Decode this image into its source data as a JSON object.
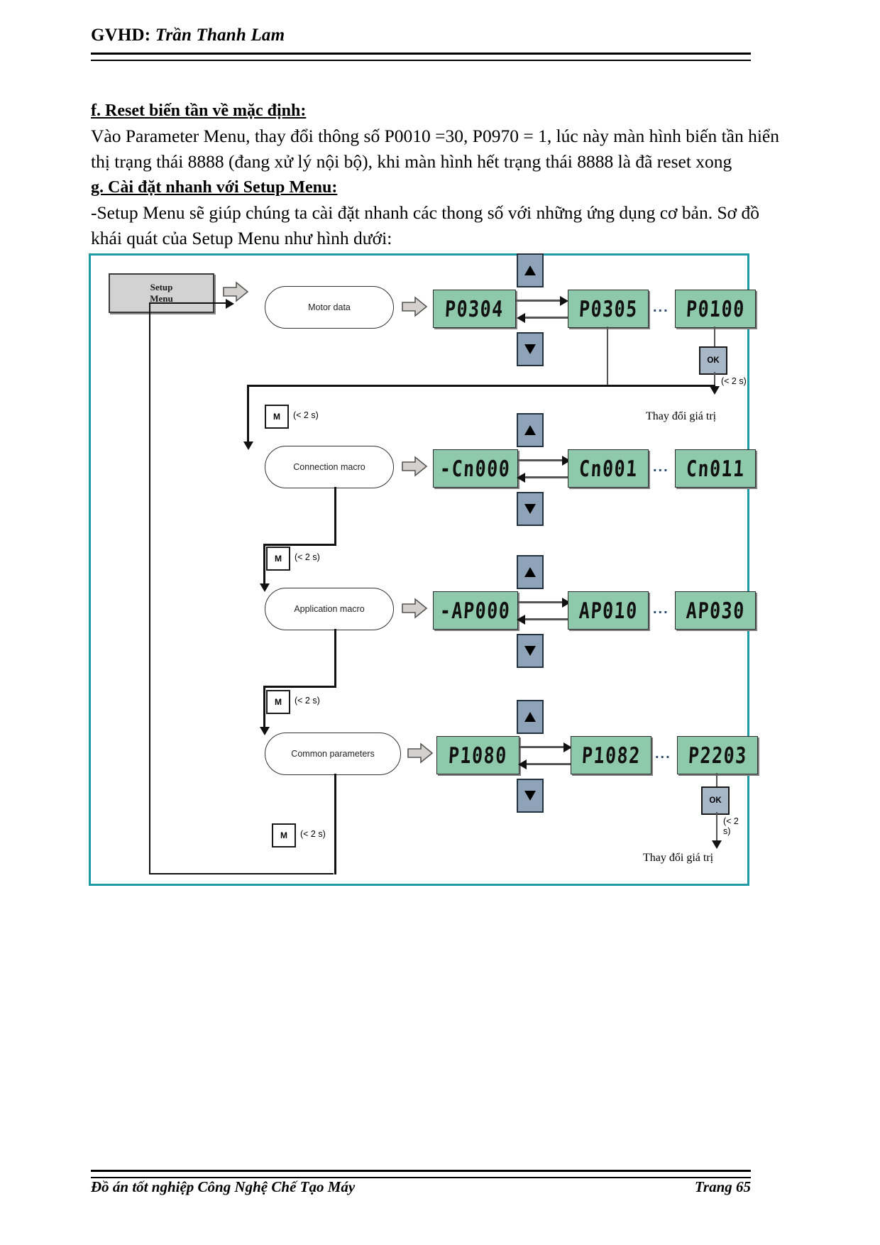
{
  "header": {
    "label": "GVHD:",
    "name": "Trần Thanh Lam"
  },
  "body": {
    "heading_f": "f. Reset biến tần về mặc định:",
    "para_f_line1": "Vào Parameter Menu, thay đổi thông số P0010 =30, P0970 = 1, lúc này màn hình biến tần hiển",
    "para_f_line2": "thị trạng thái 8888 (đang xử lý nội bộ), khi màn hình hết trạng thái 8888 là đã reset xong",
    "heading_g": "g. Cài đặt nhanh với Setup Menu:",
    "para_g_line1": "-Setup Menu sẽ giúp chúng ta cài đặt nhanh các thong số với những ứng dụng cơ bản. Sơ đồ",
    "para_g_line2": "khái quát của Setup Menu như hình dưới:"
  },
  "diagram": {
    "setup_menu": {
      "line1": "Setup",
      "line2": "Menu"
    },
    "rows": [
      {
        "stage": "Motor data",
        "displays": [
          "P0304",
          "P0305",
          "P0100"
        ],
        "ellipsis": "...",
        "up_key": "up-arrow",
        "down_key": "down-arrow",
        "ok_button": "OK",
        "ok_note": "(< 2 s)",
        "ok_label": "Thay đổi giá trị"
      },
      {
        "stage": "Connection macro",
        "displays": [
          "-Cn000",
          "Cn001",
          "Cn011"
        ],
        "ellipsis": "...",
        "up_key": "up-arrow",
        "down_key": "down-arrow",
        "m_button": "M",
        "m_note": "(< 2 s)"
      },
      {
        "stage": "Application macro",
        "displays": [
          "-AP000",
          "AP010",
          "AP030"
        ],
        "ellipsis": "...",
        "up_key": "up-arrow",
        "down_key": "down-arrow",
        "m_button": "M",
        "m_note": "(< 2 s)"
      },
      {
        "stage": "Common parameters",
        "displays": [
          "P1080",
          "P1082",
          "P2203"
        ],
        "ellipsis": "...",
        "up_key": "up-arrow",
        "down_key": "down-arrow",
        "m_button": "M",
        "m_note": "(< 2 s)",
        "ok_button": "OK",
        "ok_note": "(< 2 s)",
        "ok_label": "Thay đổi giá trị"
      }
    ],
    "bottom_m_button": "M",
    "bottom_m_note": "(< 2 s)",
    "colors": {
      "frame": "#1f9ba6",
      "lcd": "#8fc9ac",
      "key": "#8ea3b8",
      "setup_box": "#d2d2d2"
    }
  },
  "footer": {
    "left": "Đồ án tốt nghiệp Công Nghệ Chế Tạo Máy",
    "right": "Trang 65"
  }
}
